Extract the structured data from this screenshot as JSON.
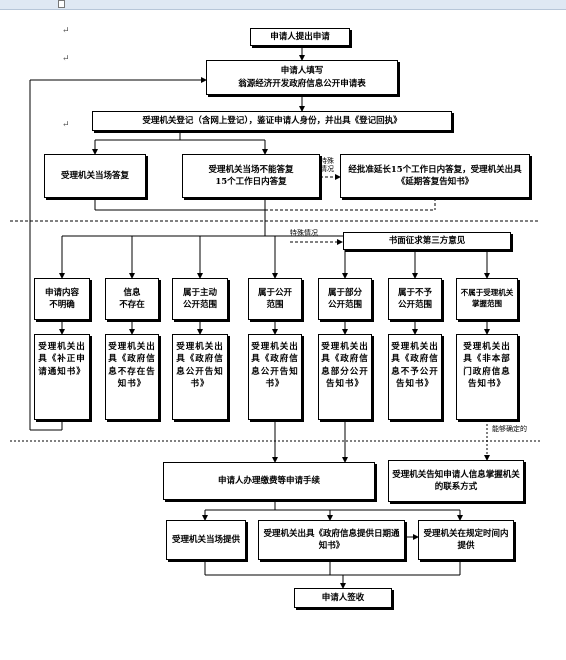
{
  "ruler": {
    "label": ""
  },
  "para_mark": "↵",
  "boxes": {
    "apply": "申请人提出申请",
    "fill": "申请人填写\n翁源经济开发政府信息公开申请表",
    "register": "受理机关登记（含网上登记），鉴证申请人身份，并出具《登记回执》",
    "reply_now": "受理机关当场答复",
    "reply_15": "受理机关当场不能答复\n15个工作日内答复",
    "extend": "经批准延长15个工作日内答复，受理机关出具《延期答复告知书》",
    "third_party": "书面征求第三方意见",
    "unclear": "申请内容\n不明确",
    "not_exist": "信息\n不存在",
    "active": "属于主动\n公开范围",
    "public": "属于公开\n范围",
    "partial": "属于部分\n公开范围",
    "not_public": "属于不予\n公开范围",
    "not_dept": "不属于受理机关\n掌握范围",
    "notice_correct": "受理机关出具《补正申请通知书》",
    "notice_not_exist": "受理机关出具《政府信息不存在告知书》",
    "notice_active": "受理机关出具《政府信息公开告知书》",
    "notice_public": "受理机关出具《政府信息公开告知书》",
    "notice_partial": "受理机关出具《政府信息部分公开告知书》",
    "notice_not_public": "受理机关出具《政府信息不予公开告知书》",
    "notice_not_dept": "受理机关出具《非本部门政府信息告知书》",
    "fee": "申请人办理缴费等申请手续",
    "contact": "受理机关告知申请人信息掌握机关的联系方式",
    "provide_now": "受理机关当场提供",
    "date_notice": "受理机关出具《政府信息提供日期通知书》",
    "provide_time": "受理机关在规定时间内提供",
    "sign": "申请人签收"
  },
  "labels": {
    "special1": "特殊\n情况",
    "special2": "特殊情况",
    "if_known": "能够确定的"
  }
}
